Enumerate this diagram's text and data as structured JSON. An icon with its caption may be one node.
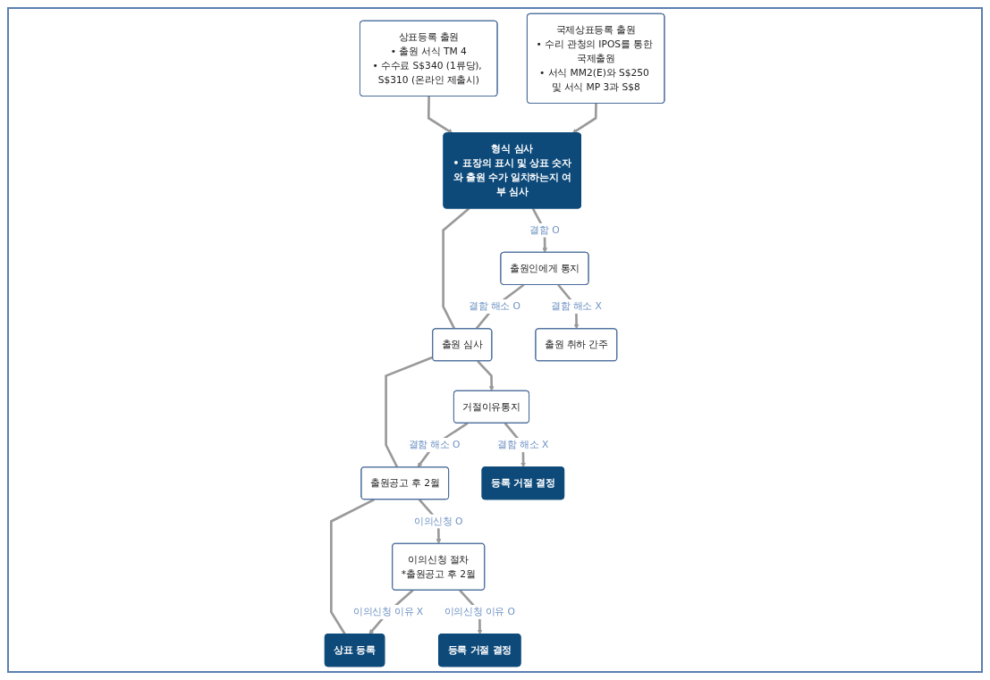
{
  "diagram": {
    "nodes": [
      {
        "text": [
          "상표등록 출원",
          "• 출원 서식 TM 4",
          "• 수수료 S$340 (1류당), S$310 (온라인 제출시)"
        ]
      },
      {
        "text": [
          "국제상표등록 출원",
          "• 수리 관청의 IPOS를 통한 국제출원",
          "• 서식 MM2(E)와 S$250 및 서식 MP 3과 S$8"
        ]
      },
      {
        "text": [
          "형식 심사",
          "• 표장의 표시 및 상표 숫자와 출원 수가 일치하는지 여부 심사"
        ]
      },
      {
        "text": [
          "출원인에게 통지"
        ]
      },
      {
        "text": [
          "출원 심사"
        ]
      },
      {
        "text": [
          "출원 취하 간주"
        ]
      },
      {
        "text": [
          "거절이유통지"
        ]
      },
      {
        "text": [
          "출원공고 후 2월"
        ]
      },
      {
        "text": [
          "이의신청 절차",
          "*출원공고 후 2월"
        ]
      },
      {
        "text": [
          "등록 거절 결정"
        ]
      },
      {
        "text": [
          "상표 등록"
        ]
      },
      {
        "text": [
          "등록 거절 결정"
        ]
      }
    ],
    "edges": [
      {
        "from": 0,
        "to": 2,
        "arrow": "to"
      },
      {
        "from": 1,
        "to": 2,
        "arrow": "to"
      },
      {
        "from": 2,
        "to": 3,
        "arrow": "to",
        "label": "결함 O"
      },
      {
        "from": 2,
        "to": 4,
        "arrow": "none"
      },
      {
        "from": 3,
        "to": 5,
        "arrow": "to",
        "label": "결함 해소 X"
      },
      {
        "from": 3,
        "to": 4,
        "arrow": "none",
        "label": "결함 해소 O"
      },
      {
        "from": 4,
        "to": 6,
        "arrow": "to"
      },
      {
        "from": 4,
        "to": 7,
        "arrow": "none"
      },
      {
        "from": 6,
        "to": 7,
        "arrow": "to",
        "label": "결함 해소 O"
      },
      {
        "from": 6,
        "to": 11,
        "arrow": "to",
        "label": "결함 해소 X"
      },
      {
        "from": 7,
        "to": 8,
        "arrow": "to",
        "label": "이의신청 O"
      },
      {
        "from": 7,
        "to": 10,
        "arrow": "none"
      },
      {
        "from": 8,
        "to": 10,
        "arrow": "to",
        "label": "이의신청 이유 X"
      },
      {
        "from": 8,
        "to": 9,
        "arrow": "to",
        "label": "이의신청 이유 O"
      }
    ]
  }
}
